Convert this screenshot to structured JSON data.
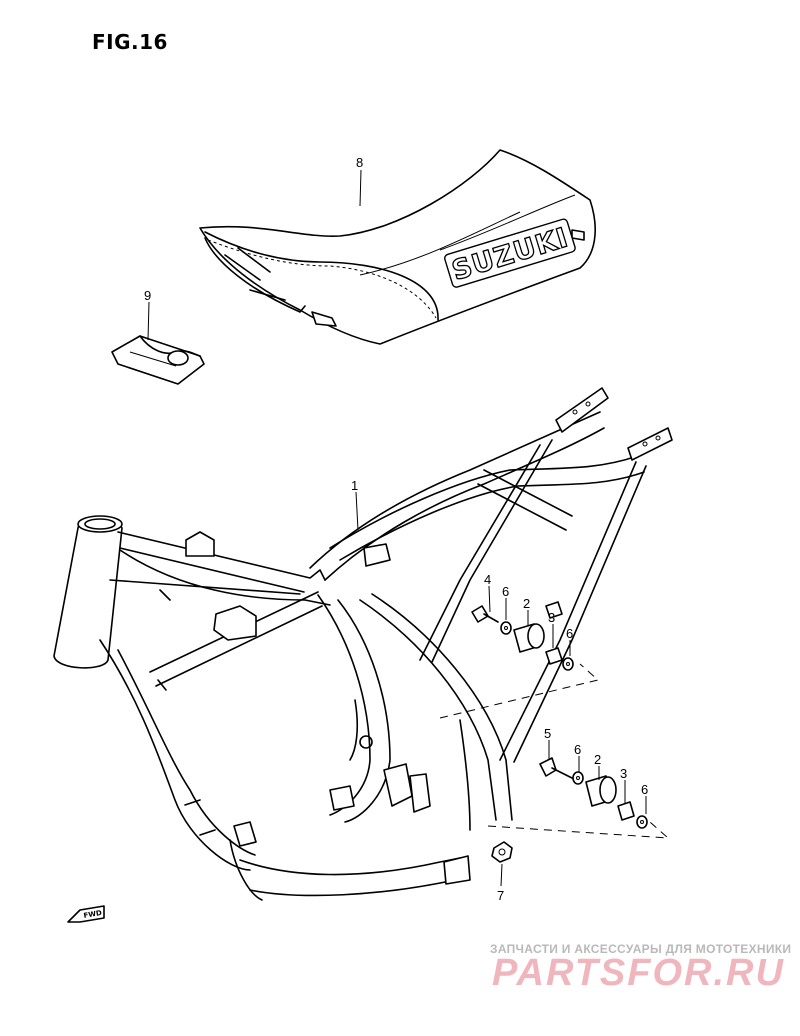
{
  "figure": {
    "title": "FIG.16"
  },
  "seat": {
    "brand_text": "SUZUKI"
  },
  "fwd_label": "FWD",
  "callouts": [
    {
      "id": "c8",
      "label": "8"
    },
    {
      "id": "c9",
      "label": "9"
    },
    {
      "id": "c1",
      "label": "1"
    },
    {
      "id": "c4",
      "label": "4"
    },
    {
      "id": "c6a",
      "label": "6"
    },
    {
      "id": "c2a",
      "label": "2"
    },
    {
      "id": "c3a",
      "label": "3"
    },
    {
      "id": "c6b",
      "label": "6"
    },
    {
      "id": "c5",
      "label": "5"
    },
    {
      "id": "c6c",
      "label": "6"
    },
    {
      "id": "c2b",
      "label": "2"
    },
    {
      "id": "c3b",
      "label": "3"
    },
    {
      "id": "c6d",
      "label": "6"
    },
    {
      "id": "c7",
      "label": "7"
    }
  ],
  "watermark": {
    "line1": "ЗАПЧАСТИ И АКСЕССУАРЫ ДЛЯ МОТОТЕХНИКИ",
    "line2": "PARTSFOR.RU"
  },
  "colors": {
    "ink": "#000000",
    "watermark_gray": "#b9b9b9",
    "watermark_red": "#f0b6bd"
  }
}
